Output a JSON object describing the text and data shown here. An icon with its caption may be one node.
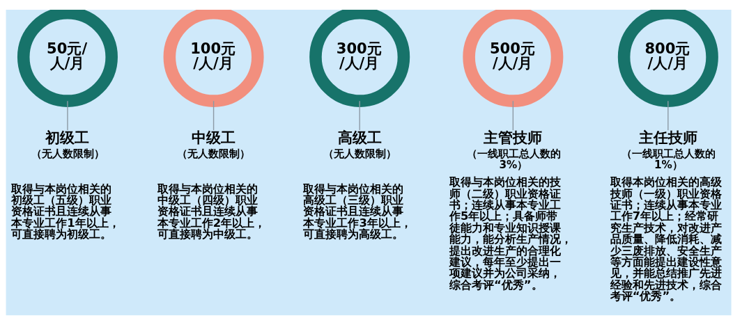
{
  "diagram": {
    "nodes": [
      {
        "text": [
          "50元/人/月"
        ]
      },
      {
        "text": [
          "100元/人/月"
        ]
      },
      {
        "text": [
          "300元/人/月"
        ]
      },
      {
        "text": [
          "500元/人/月"
        ]
      },
      {
        "text": [
          "800元/人/月"
        ]
      },
      {
        "text": [
          "初级工",
          "（无人数限制）",
          "取得与本岗位相关的初级工（五级）职业资格证书且连续从事本专业工作1年以上，可直接聘为初级工。"
        ]
      },
      {
        "text": [
          "中级工",
          "（无人数限制）",
          "取得与本岗位相关的中级工（四级）职业资格证书且连续从事本专业工作2年以上，可直接聘为中级工。"
        ]
      },
      {
        "text": [
          "高级工",
          "（无人数限制）",
          "取得与本岗位相关的高级工（三级）职业资格证书且连续从事本专业工作3年以上，可直接聘为高级工。"
        ]
      },
      {
        "text": [
          "主管技师",
          "（一线职工总人数的3%）",
          "取得与本岗位相关的技师（二级）职业资格证书；连续从事本专业工作5年以上；具备师带徒能力和专业知识授课能力，能分析生产情况，提出改进生产的合理化建议，每年至少提出一项建议并为公司采纳，综合考评“优秀”。"
        ]
      },
      {
        "text": [
          "主任技师",
          "（一线职工总人数的1%）",
          "取得本岗位相关的高级技师（一级）职业资格证书；连续从事本专业工作7年以上；经常研究生产技术，对改进产品质量、降低消耗、减少三废排放、安全生产等方面能提出建设性意见，并能总结推广先进经验和先进技术，综合考评“优秀”。"
        ]
      }
    ],
    "edges": [
      {
        "from": 0,
        "to": 5,
        "arrow": "none"
      },
      {
        "from": 1,
        "to": 6,
        "arrow": "none"
      },
      {
        "from": 2,
        "to": 7,
        "arrow": "none"
      },
      {
        "from": 3,
        "to": 8,
        "arrow": "none"
      },
      {
        "from": 4,
        "to": 9,
        "arrow": "none"
      }
    ]
  }
}
